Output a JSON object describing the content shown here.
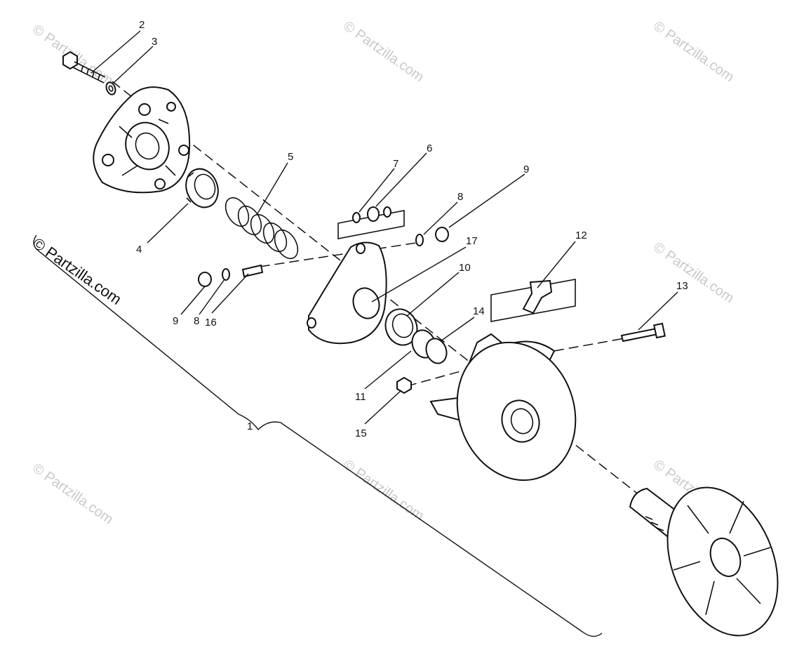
{
  "watermark": {
    "text": "© Partzilla.com"
  },
  "callouts": {
    "c1": "1",
    "c2": "2",
    "c3": "3",
    "c4": "4",
    "c5": "5",
    "c6": "6",
    "c7": "7",
    "c8a": "8",
    "c8b": "8",
    "c9a": "9",
    "c9b": "9",
    "c10": "10",
    "c11": "11",
    "c12": "12",
    "c13": "13",
    "c14": "14",
    "c15": "15",
    "c16": "16",
    "c17": "17"
  }
}
